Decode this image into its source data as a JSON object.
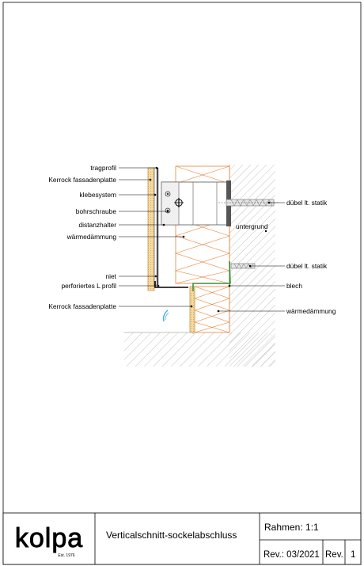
{
  "labels_left": {
    "tragprofil": "tragprofil",
    "kerrock_top": "Kerrock fassadenplatte",
    "klebesystem": "klebesystem",
    "bohrschraube": "bohrschraube",
    "distanzhalter": "distanzhalter",
    "waermedaemmung": "wärmedämmung",
    "niet": "niet",
    "perforiertes": "perforiertes L profil",
    "kerrock_bottom": "Kerrock fassadenplatte"
  },
  "labels_right": {
    "duebel1": "dübel lt. statik",
    "untergrund": "untergrund",
    "duebel2": "dübel lt. statik",
    "blech": "blech",
    "waermedaemmung": "wärmedämmung"
  },
  "title_block": {
    "logo_text": "kolpa",
    "logo_est": "Est. 1976",
    "title": "Verticalschnitt-sockelabschluss",
    "scale": "Rahmen: 1:1",
    "revision_date": "Rev.: 03/2021",
    "rev_label": "Rev.",
    "rev_number": "1"
  },
  "colors": {
    "insulation": "#e8833a",
    "panel_fill": "#f6d9a2",
    "panel_edge": "#c49a4a",
    "profile_green": "#3f8f3a",
    "dowel": "#707070",
    "hatch": "#9a9a9a",
    "water_drop": "#4aa8e0"
  }
}
